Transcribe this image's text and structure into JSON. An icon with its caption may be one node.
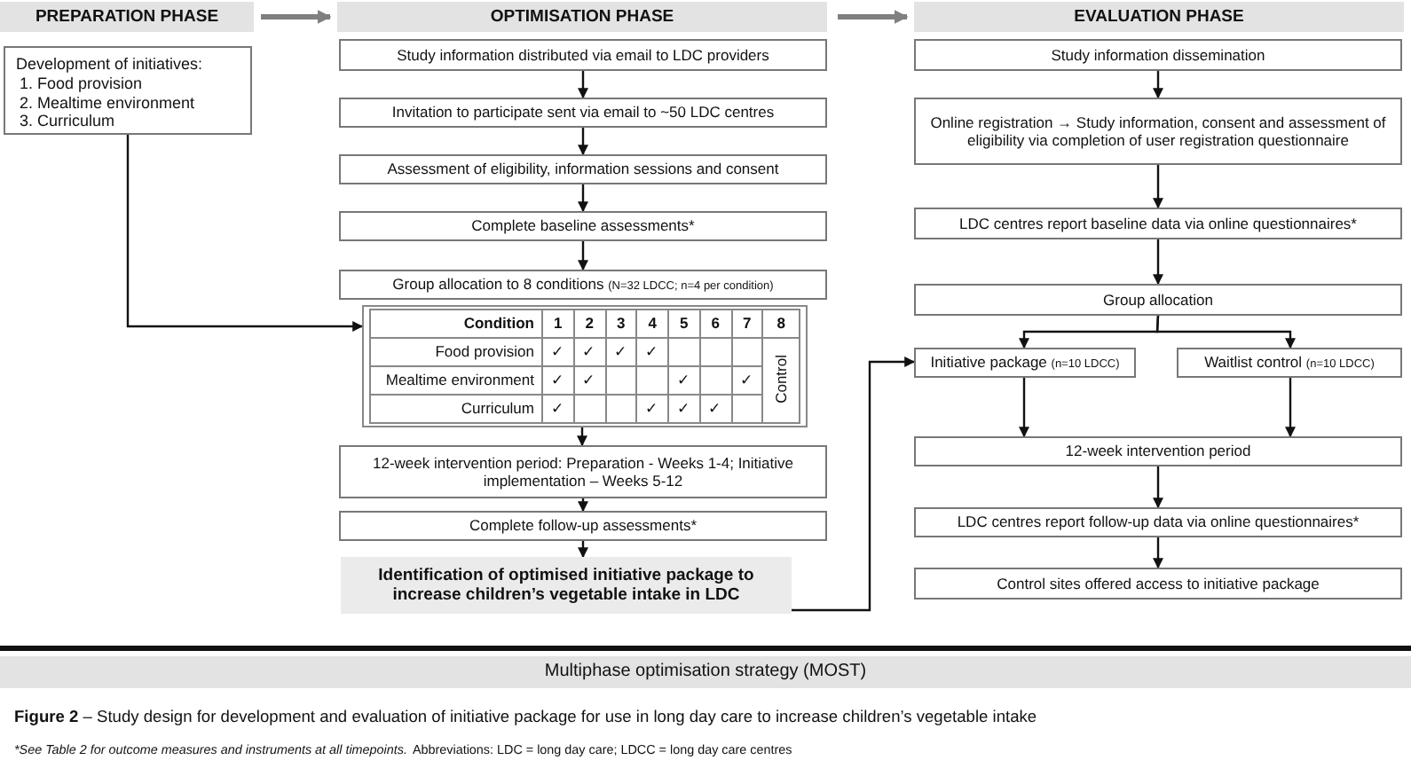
{
  "diagram": {
    "caption": "**Figure 2** – Study design for development and evaluation of initiative package for use in long day care to increase children’s vegetable intake",
    "nodes": [
      {
        "text": [
          "PREPARATION PHASE"
        ]
      },
      {
        "text": [
          "OPTIMISATION PHASE"
        ]
      },
      {
        "text": [
          "EVALUATION PHASE"
        ]
      },
      {
        "text": [
          "Development of initiatives:",
          "1. Food provision",
          "2. Mealtime environment",
          "3. Curriculum"
        ]
      },
      {
        "text": [
          "Study information distributed via email to LDC providers"
        ]
      },
      {
        "text": [
          "Invitation to participate sent via email to ~50 LDC centres"
        ]
      },
      {
        "text": [
          "Assessment of eligibility, information sessions and consent"
        ]
      },
      {
        "text": [
          "Complete baseline assessments*"
        ]
      },
      {
        "text": [
          "Group allocation to 8 conditions",
          "(N=32 LDCC; n=4 per condition)"
        ]
      },
      {
        "text": [],
        "shape": "box"
      },
      {
        "text": [
          "12-week intervention period: Preparation - Weeks 1-4; Initiative implementation – Weeks 5-12"
        ]
      },
      {
        "text": [
          "Complete follow-up assessments*"
        ]
      },
      {
        "text": [
          "Identification of optimised initiative package to increase children’s vegetable intake in LDC"
        ]
      },
      {
        "text": [
          "Study information dissemination"
        ]
      },
      {
        "text": [
          "Online registration → Study information, consent and assessment of eligibility via completion of user registration questionnaire"
        ]
      },
      {
        "text": [
          "LDC centres report baseline data via online questionnaires*"
        ]
      },
      {
        "text": [
          "Group allocation"
        ]
      },
      {
        "text": [
          "Initiative package",
          "(n=10 LDCC)"
        ]
      },
      {
        "text": [
          "Waitlist control",
          "(n=10 LDCC)"
        ]
      },
      {
        "text": [
          "12-week intervention period"
        ]
      },
      {
        "text": [
          "LDC centres report follow-up data via online questionnaires*"
        ]
      },
      {
        "text": [
          "Control sites offered access to initiative package"
        ]
      },
      {
        "text": [
          "Multiphase optimisation strategy (MOST)"
        ]
      }
    ],
    "edges": [
      {
        "from": 0,
        "to": 1,
        "arrow": "to",
        "style": "thick",
        "color": "#808080"
      },
      {
        "from": 1,
        "to": 2,
        "arrow": "to",
        "style": "thick",
        "color": "#808080"
      },
      {
        "from": 4,
        "to": 5,
        "arrow": "to"
      },
      {
        "from": 5,
        "to": 6,
        "arrow": "to"
      },
      {
        "from": 6,
        "to": 7,
        "arrow": "to"
      },
      {
        "from": 7,
        "to": 8,
        "arrow": "to"
      },
      {
        "from": 3,
        "to": 9,
        "arrow": "to"
      },
      {
        "from": 9,
        "to": 10,
        "arrow": "to"
      },
      {
        "from": 10,
        "to": 11,
        "arrow": "to"
      },
      {
        "from": 11,
        "to": 12,
        "arrow": "to"
      },
      {
        "from": 12,
        "to": 17,
        "arrow": "to"
      },
      {
        "from": 13,
        "to": 14,
        "arrow": "to"
      },
      {
        "from": 14,
        "to": 15,
        "arrow": "to"
      },
      {
        "from": 15,
        "to": 16,
        "arrow": "to"
      },
      {
        "from": 16,
        "to": 17,
        "arrow": "to"
      },
      {
        "from": 16,
        "to": 18,
        "arrow": "to"
      },
      {
        "from": 17,
        "to": 19,
        "arrow": "to"
      },
      {
        "from": 18,
        "to": 19,
        "arrow": "to"
      },
      {
        "from": 19,
        "to": 20,
        "arrow": "to"
      },
      {
        "from": 20,
        "to": 21,
        "arrow": "to"
      }
    ],
    "labels": [
      "Condition",
      "1",
      "2",
      "3",
      "4",
      "5",
      "6",
      "7",
      "8",
      "Food provision",
      "✓",
      "✓",
      "✓",
      "✓",
      "Control",
      "Mealtime environment",
      "✓",
      "✓",
      "✓",
      "✓",
      "Curriculum",
      "✓",
      "✓",
      "✓",
      "✓",
      "*See Table 2 for outcome measures and instruments at all timepoints.",
      "Abbreviations: LDC = long day care; LDCC = long day care centres"
    ]
  }
}
